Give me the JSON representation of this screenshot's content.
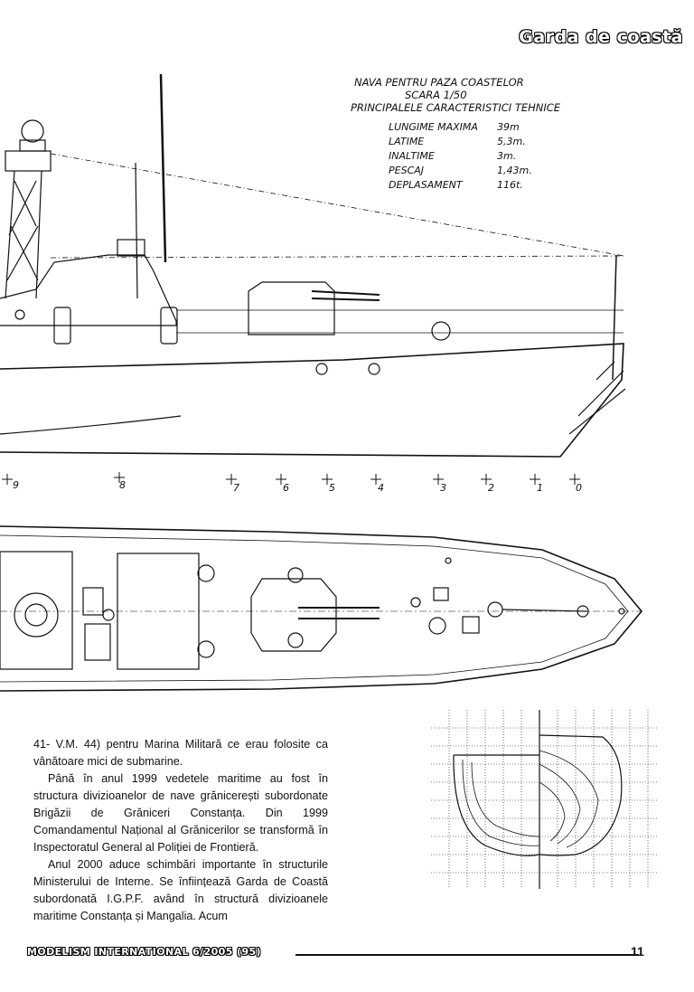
{
  "header": {
    "section_title": "Garda de coastă"
  },
  "drawing": {
    "title_line1": "NAVA  PENTRU PAZA COASTELOR",
    "title_line2": "SCARA 1/50",
    "title_line3": "PRINCIPALELE   CARACTERISTICI  TEHNICE",
    "specs": [
      {
        "key": "LUNGIME MAXIMA",
        "value": "39m"
      },
      {
        "key": "LATIME",
        "value": "5,3m."
      },
      {
        "key": "INALTIME",
        "value": "3m."
      },
      {
        "key": "PESCAJ",
        "value": "1,43m."
      },
      {
        "key": "DEPLASAMENT",
        "value": "116t."
      }
    ],
    "stations": [
      "9",
      "8",
      "7",
      "6",
      "5",
      "4",
      "3",
      "2",
      "1",
      "0"
    ]
  },
  "article": {
    "paragraphs": [
      "41- V.M. 44) pentru Marina Militară ce erau folosite ca vânătoare mici de submarine.",
      "Până în anul 1999 vedetele maritime au fost în structura divizioanelor de nave grănicerești subordonate Brigăzii de Grăniceri Constanța. Din 1999 Comandamentul Național al Grănicerilor se transformă în Inspectoratul General al Poliției de Frontieră.",
      "Anul 2000 aduce schimbări importante în structurile Ministerului de Interne. Se înființează Garda de Coastă subordonată I.G.P.F. având în structură divizioanele maritime Constanța și Mangalia. Acum"
    ]
  },
  "footer": {
    "magazine": "MODELISM INTERNATIONAL 6/2005 (95)",
    "page_number": "11"
  }
}
